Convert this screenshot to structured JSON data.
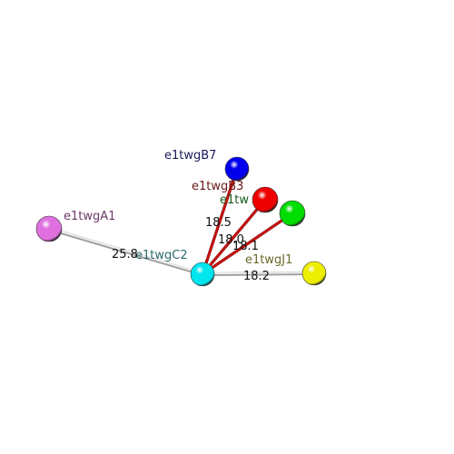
{
  "nodes": [
    {
      "id": "A1",
      "label": "e1twgA1",
      "color": "#e070e0",
      "label_color": "#6a3a6a"
    },
    {
      "id": "B7",
      "label": "e1twgB7",
      "color": "#0000ee",
      "label_color": "#1a1a5a"
    },
    {
      "id": "B3",
      "label": "e1twgB3",
      "color": "#ee0000",
      "label_color": "#6a1a1a"
    },
    {
      "id": "G",
      "label": "e1tw",
      "color": "#00dd00",
      "label_color": "#1a5a1a"
    },
    {
      "id": "C2",
      "label": "e1twgC2",
      "color": "#00e5ee",
      "label_color": "#2a6a6a"
    },
    {
      "id": "J1",
      "label": "e1twgJ1",
      "color": "#eeee00",
      "label_color": "#6a6a2a"
    }
  ],
  "edges": [
    {
      "from": "C2",
      "to": "A1",
      "label": "25.8",
      "color": "#cccccc"
    },
    {
      "from": "C2",
      "to": "B7",
      "label": "18.5",
      "color": "#cc1111"
    },
    {
      "from": "C2",
      "to": "B3",
      "label": "18.0",
      "color": "#cc1111"
    },
    {
      "from": "C2",
      "to": "G",
      "label": "18.1",
      "color": "#cc1111"
    },
    {
      "from": "C2",
      "to": "J1",
      "label": "18.2",
      "color": "#cccccc"
    }
  ]
}
